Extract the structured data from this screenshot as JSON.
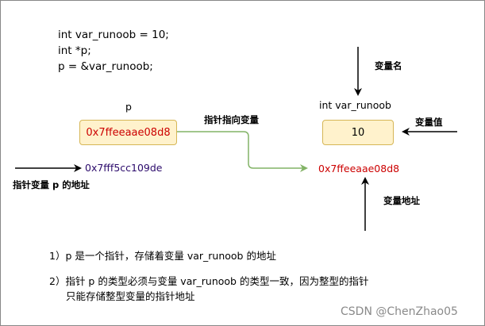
{
  "code_lines": [
    "int var_runoob = 10;",
    "int *p;",
    "p = &var_runoob;"
  ],
  "pointer": {
    "name": "p",
    "value": "0x7ffeeaae08d8",
    "own_address": "0x7fff5cc109de",
    "own_address_label": "指针变量 p 的地址"
  },
  "link_label": "指针指向变量",
  "variable": {
    "name_label": "变量名",
    "declaration": "int var_runoob",
    "value_label": "变量值",
    "value": "10",
    "address": "0x7ffeeaae08d8",
    "address_label": "变量地址"
  },
  "notes": [
    "1）p 是一个指针，存储着变量 var_runoob 的地址",
    "2）指针 p 的类型必须与变量 var_runoob 的类型一致，因为整型的指针",
    "只能存储整型变量的指针地址"
  ],
  "watermark": "CSDN @ChenZhao05",
  "colors": {
    "box_fill": "#fff2cc",
    "box_border": "#d6b656",
    "pointer_link": "#82b366",
    "address_text": "#cc0000",
    "pointer_address_text": "#2b0a6b"
  }
}
